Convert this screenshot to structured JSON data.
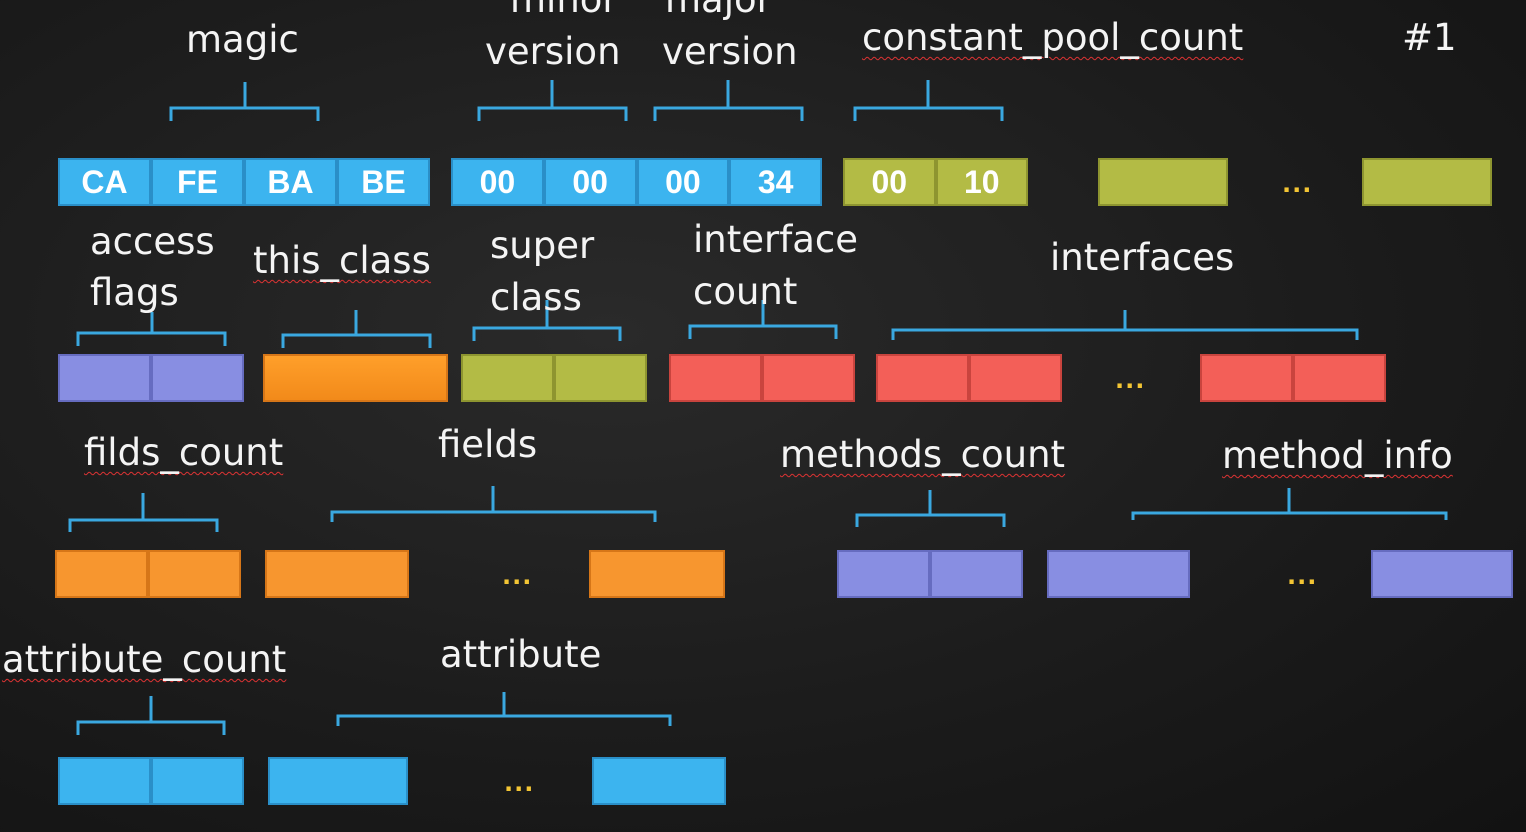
{
  "labels": {
    "magic": "magic",
    "minor_1": "minor",
    "minor_2": "version",
    "major_1": "major",
    "major_2": "version",
    "constant_pool_count": "constant_pool_count",
    "cp_index": "#1",
    "access_1": "access",
    "access_2": "flags",
    "this_class": "this_class",
    "super_1": "super",
    "super_2": "class",
    "interface_count_1": "interface",
    "interface_count_2": "count",
    "interfaces": "interfaces",
    "fields_count": "filds_count",
    "fields": "fields",
    "methods_count": "methods_count",
    "method_info": "method_info",
    "attribute_count": "attribute_count",
    "attribute": "attribute"
  },
  "bytes": {
    "magic": [
      "CA",
      "FE",
      "BA",
      "BE"
    ],
    "minor_version": [
      "00",
      "00"
    ],
    "major_version": [
      "00",
      "34"
    ],
    "constant_pool_count": [
      "00",
      "10"
    ]
  },
  "ellipsis": "...",
  "colors": {
    "blue": "#3cb4ef",
    "olive": "#b3bb45",
    "purple": "#888ee2",
    "orange": "#f7962f",
    "red": "#f35f58",
    "brace": "#3aa8e0"
  }
}
